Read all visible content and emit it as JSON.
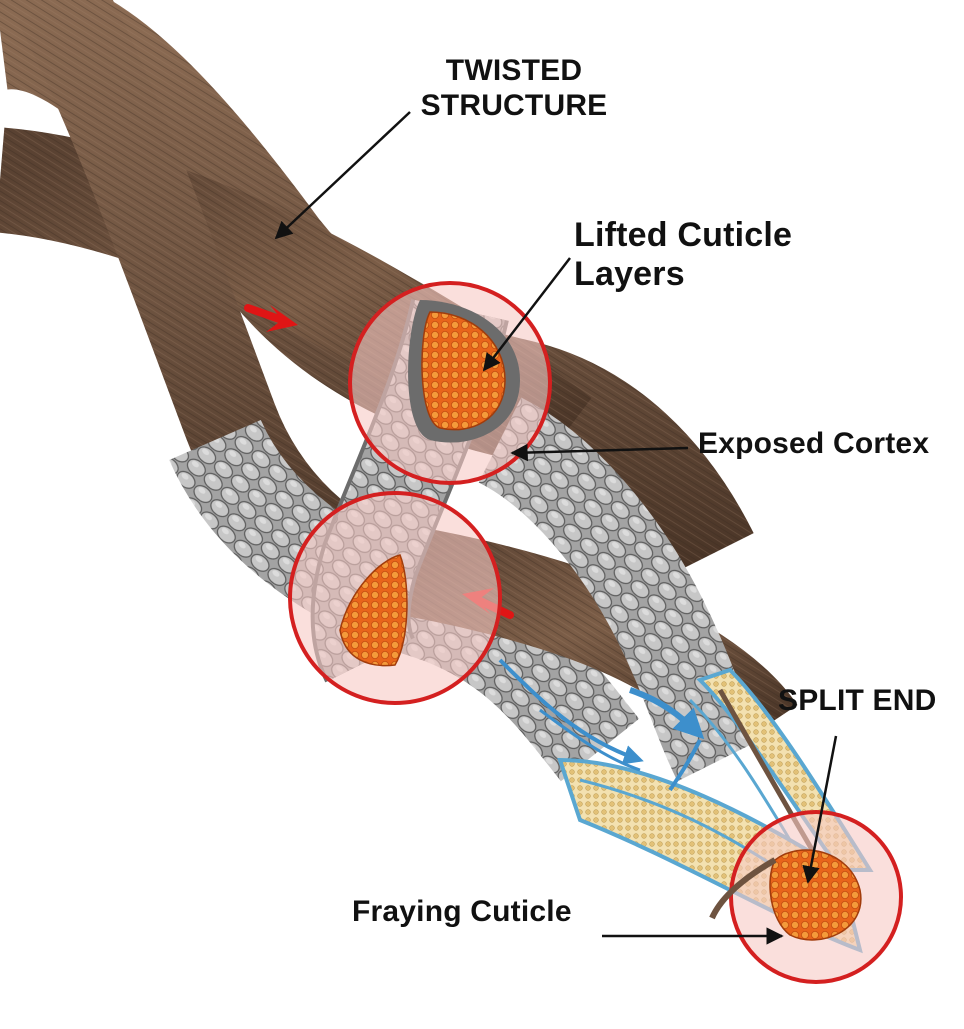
{
  "diagram": {
    "labels": {
      "twisted_structure": [
        "TWISTED",
        "STRUCTURE"
      ],
      "lifted_cuticle": [
        "Lifted Cuticle",
        "Layers"
      ],
      "exposed_cortex": "Exposed Cortex",
      "split_end": "SPLIT END",
      "fraying_cuticle": "Fraying Cuticle"
    },
    "colors": {
      "hair_brown": "#6e5340",
      "hair_dark": "#4a3527",
      "cuticle_gray": "#9a9a9a",
      "cortex_orange": "#f07a1e",
      "highlight_red": "#d42020",
      "highlight_fill": "#f7c9c4",
      "flow_blue": "#4aa3d8",
      "medulla_yellow": "#e9c77a"
    }
  }
}
